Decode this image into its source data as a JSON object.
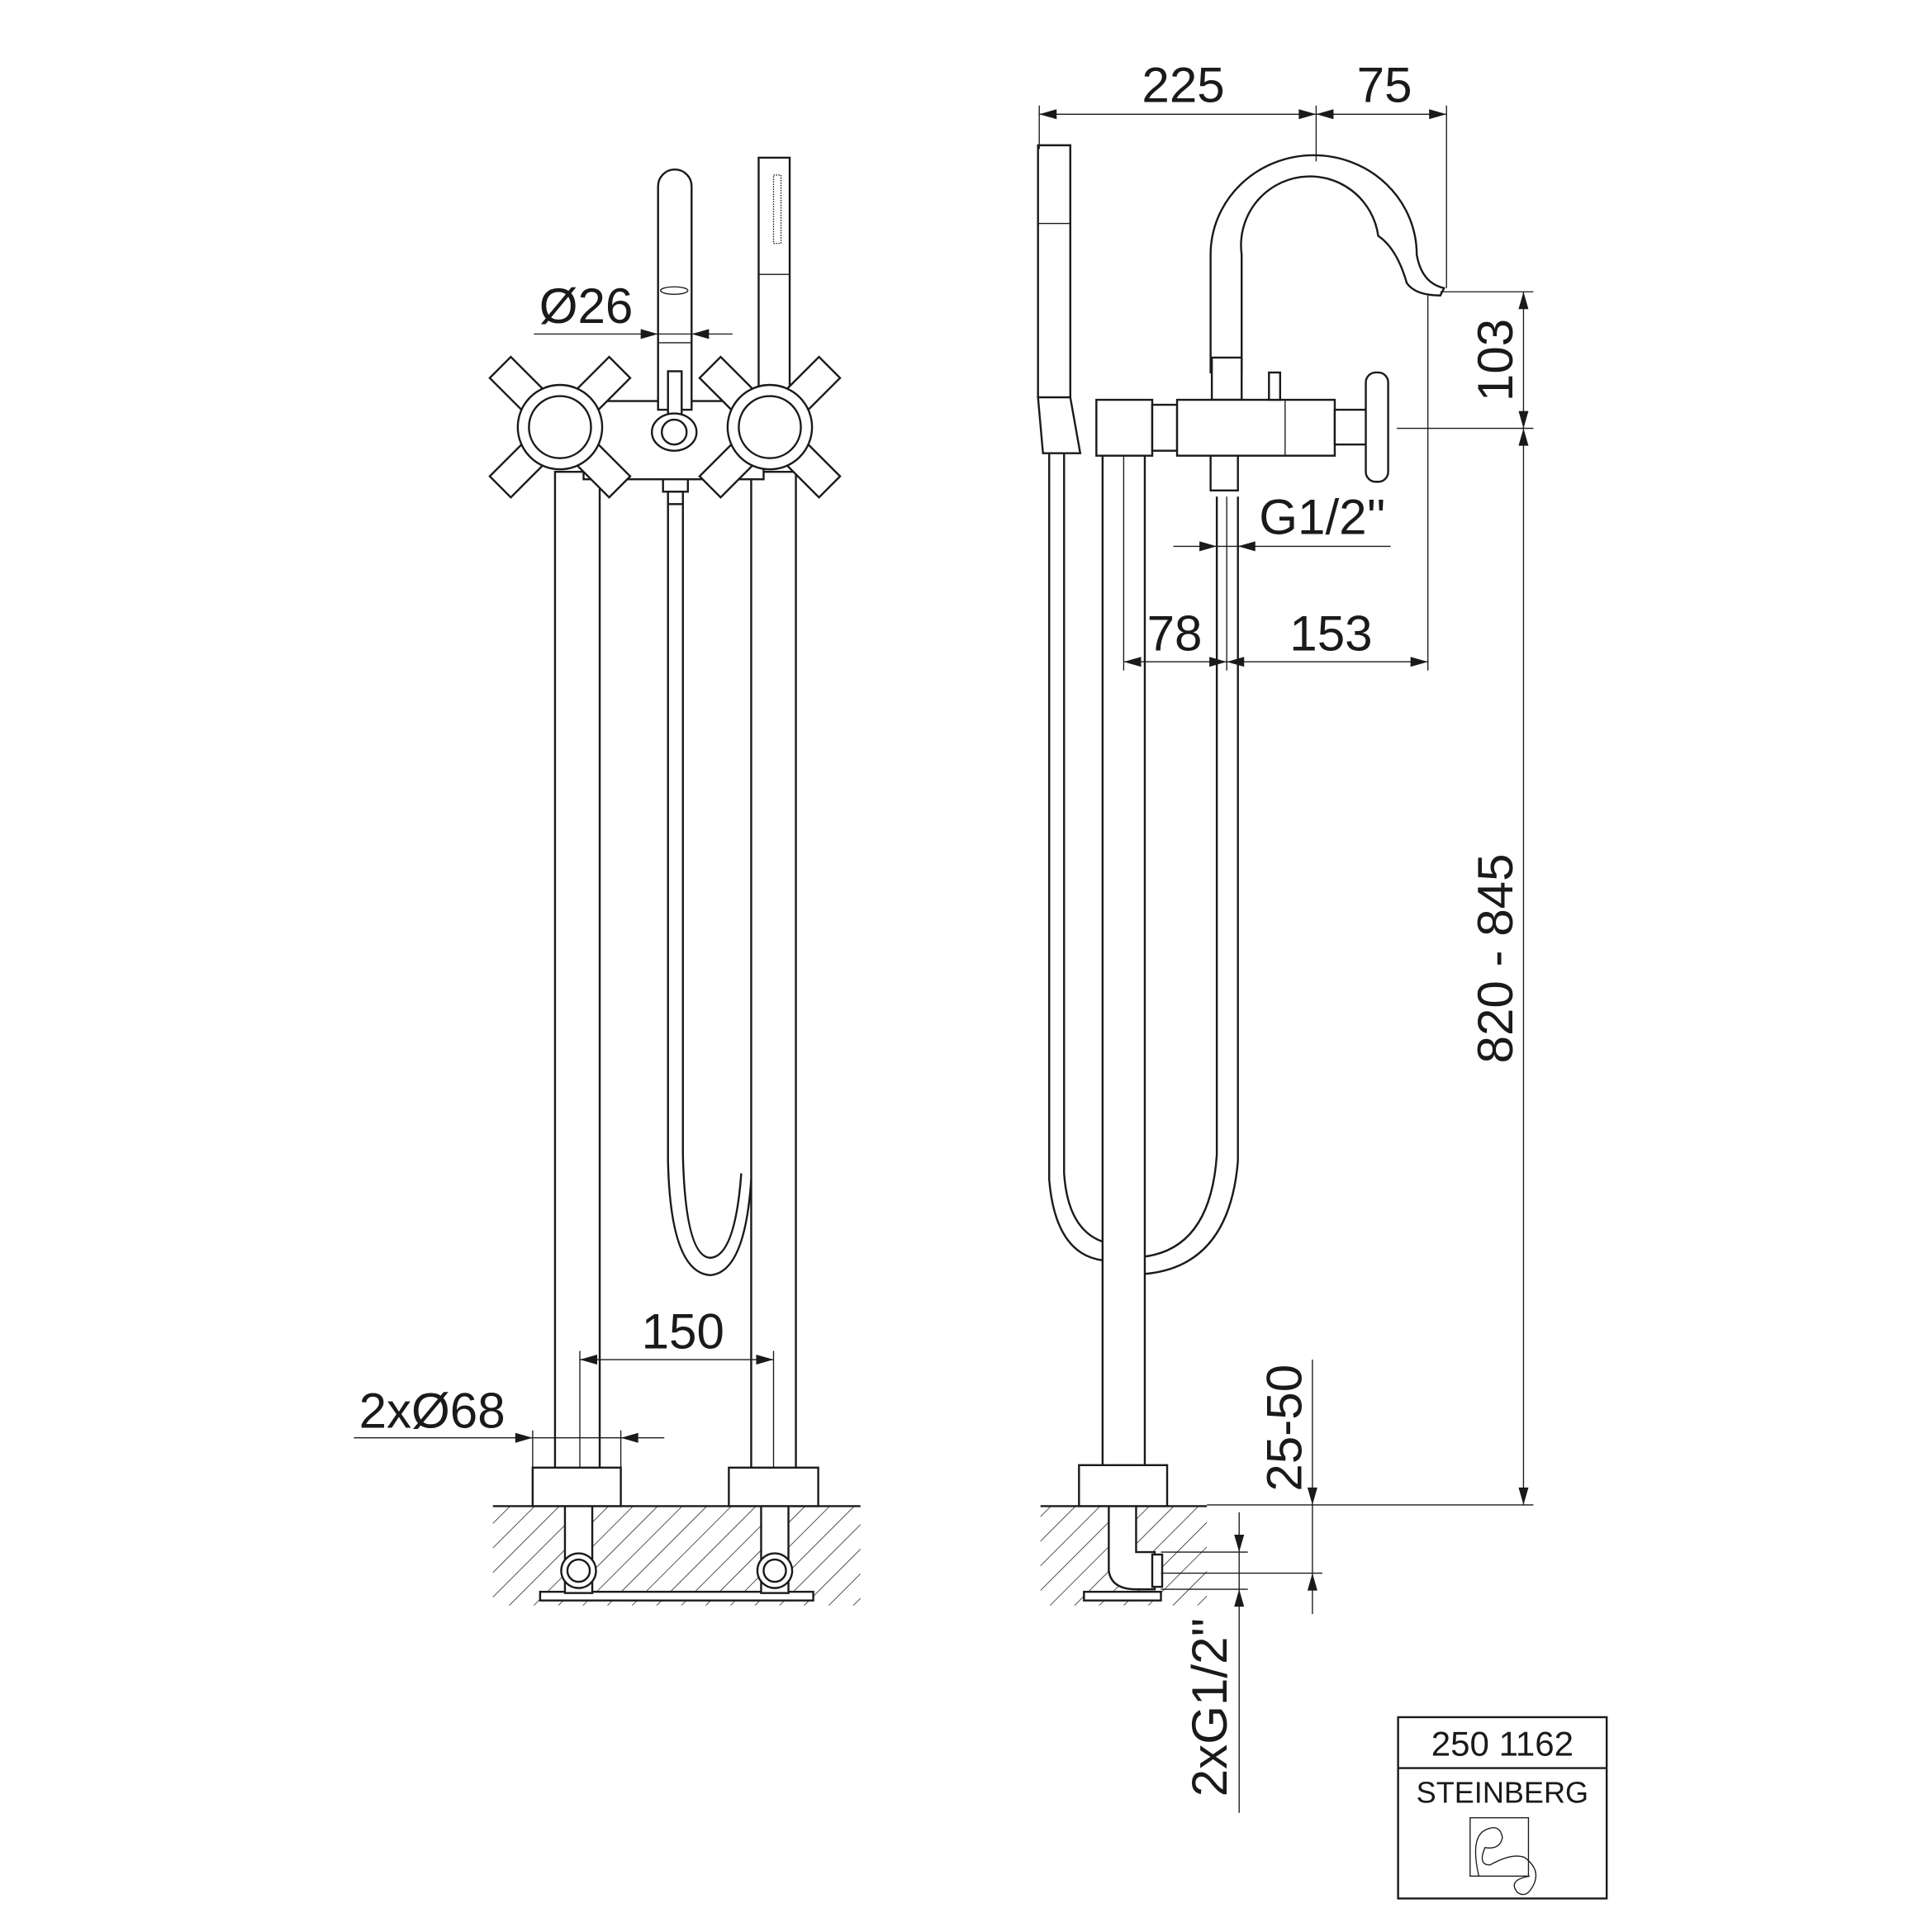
{
  "front_view": {
    "dimensions": {
      "hand_shower_diameter": "Ø26",
      "pipe_spacing": "150",
      "pipe_diameter": "2xØ68"
    }
  },
  "side_view": {
    "dimensions": {
      "reach_total": "225",
      "spout_projection": "75",
      "spout_height_above_handle": "103",
      "overall_height": "820 - 845",
      "hose_connection": "G1/2''",
      "pipe_to_hose": "78",
      "hose_to_outlet": "153",
      "floor_adjustment": "25-50",
      "supply_connections": "2xG1/2''"
    }
  },
  "title_block": {
    "article_number": "250 1162",
    "brand": "STEINBERG"
  }
}
